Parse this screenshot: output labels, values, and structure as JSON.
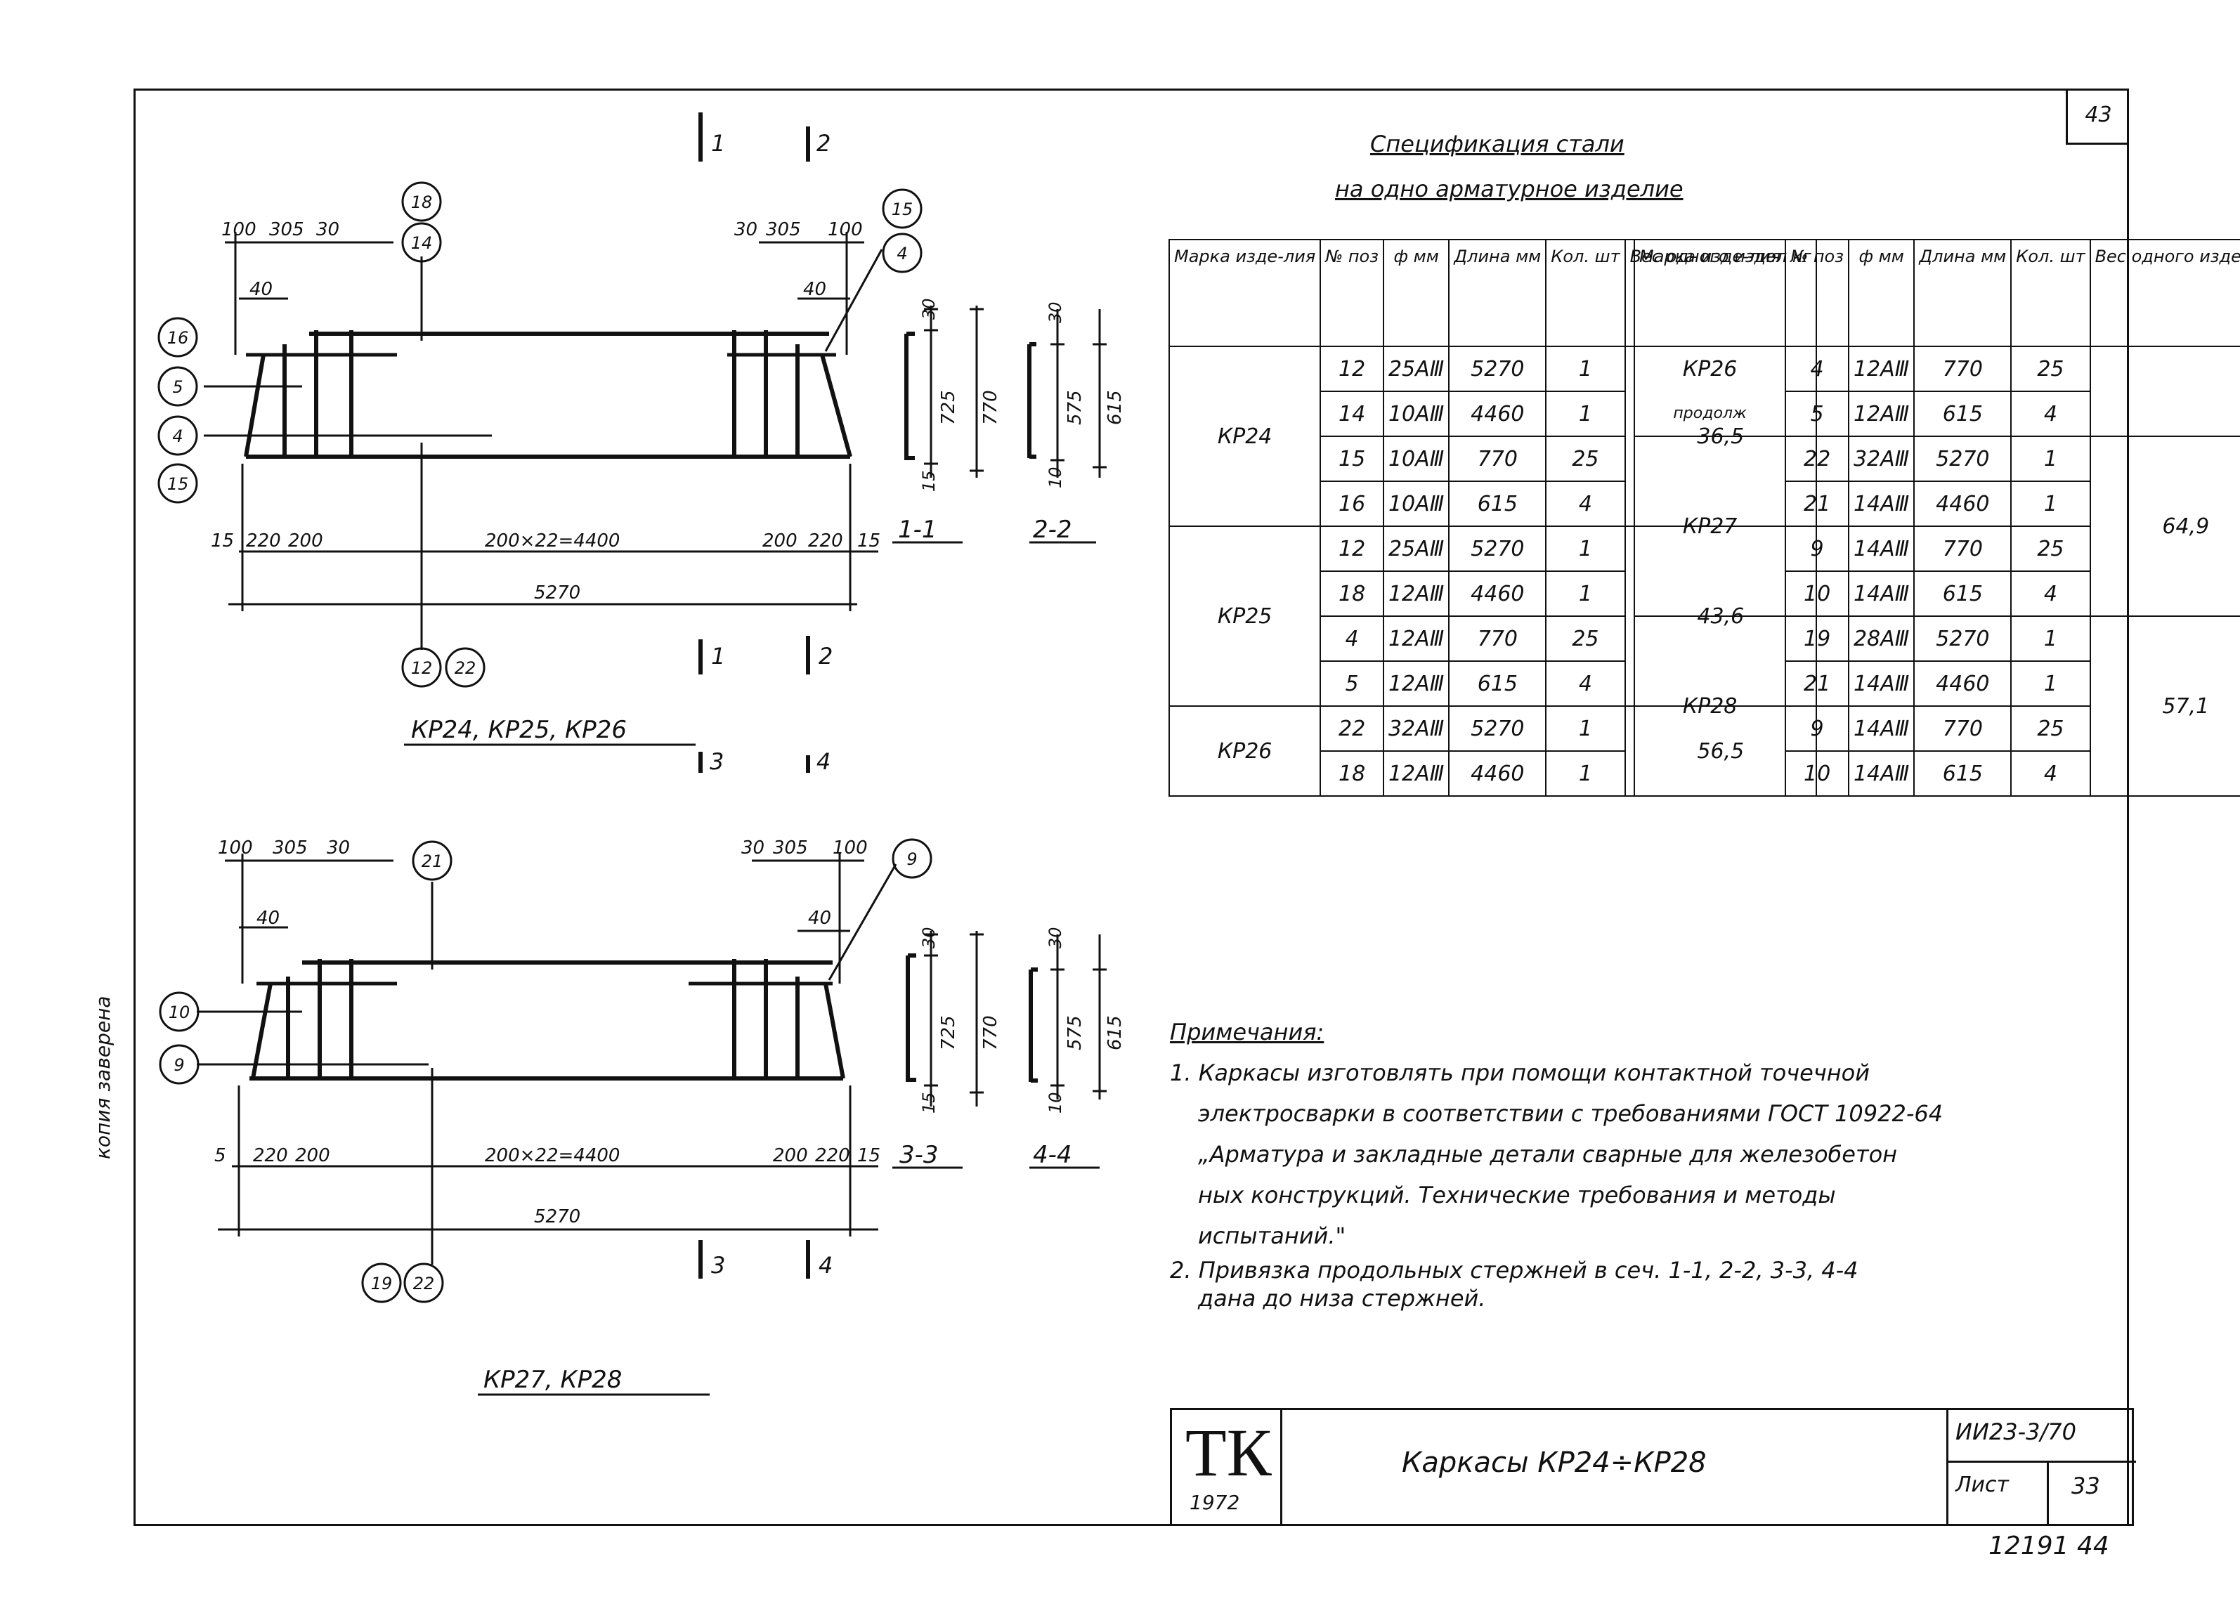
{
  "sheet": {
    "corner_number": "43",
    "left_margin_text": "копия заверена",
    "bottom_numbers": "12191  44"
  },
  "spec": {
    "title_line1": "Спецификация стали",
    "title_line2": "на одно арматурное изделие",
    "headers": [
      "Марка изде-лия",
      "№ поз",
      "ф мм",
      "Длина мм",
      "Кол. шт",
      "Вес одного издел кг"
    ],
    "left_rows": [
      {
        "mark": "КР24",
        "pos": "12",
        "dia": "25АⅢ",
        "len": "5270",
        "qty": "1",
        "weight": "36,5"
      },
      {
        "pos": "14",
        "dia": "10АⅢ",
        "len": "4460",
        "qty": "1"
      },
      {
        "pos": "15",
        "dia": "10АⅢ",
        "len": "770",
        "qty": "25"
      },
      {
        "pos": "16",
        "dia": "10АⅢ",
        "len": "615",
        "qty": "4"
      },
      {
        "mark": "КР25",
        "pos": "12",
        "dia": "25АⅢ",
        "len": "5270",
        "qty": "1",
        "weight": "43,6"
      },
      {
        "pos": "18",
        "dia": "12АⅢ",
        "len": "4460",
        "qty": "1"
      },
      {
        "pos": "4",
        "dia": "12АⅢ",
        "len": "770",
        "qty": "25"
      },
      {
        "pos": "5",
        "dia": "12АⅢ",
        "len": "615",
        "qty": "4"
      },
      {
        "mark": "КР26",
        "pos": "22",
        "dia": "32АⅢ",
        "len": "5270",
        "qty": "1",
        "weight": "56,5"
      },
      {
        "pos": "18",
        "dia": "12АⅢ",
        "len": "4460",
        "qty": "1"
      }
    ],
    "right_rows": [
      {
        "mark": "КР26",
        "pos": "4",
        "dia": "12АⅢ",
        "len": "770",
        "qty": "25"
      },
      {
        "mark": "продолж",
        "pos": "5",
        "dia": "12АⅢ",
        "len": "615",
        "qty": "4"
      },
      {
        "mark": "КР27",
        "pos": "22",
        "dia": "32АⅢ",
        "len": "5270",
        "qty": "1",
        "weight": "64,9"
      },
      {
        "pos": "21",
        "dia": "14АⅢ",
        "len": "4460",
        "qty": "1"
      },
      {
        "pos": "9",
        "dia": "14АⅢ",
        "len": "770",
        "qty": "25"
      },
      {
        "pos": "10",
        "dia": "14АⅢ",
        "len": "615",
        "qty": "4"
      },
      {
        "mark": "КР28",
        "pos": "19",
        "dia": "28АⅢ",
        "len": "5270",
        "qty": "1",
        "weight": "57,1"
      },
      {
        "pos": "21",
        "dia": "14АⅢ",
        "len": "4460",
        "qty": "1"
      },
      {
        "pos": "9",
        "dia": "14АⅢ",
        "len": "770",
        "qty": "25"
      },
      {
        "pos": "10",
        "dia": "14АⅢ",
        "len": "615",
        "qty": "4"
      }
    ]
  },
  "notes": {
    "title": "Примечания:",
    "lines": [
      "1. Каркасы изготовлять при помощи контактной точечной",
      "электросварки в соответствии с требованиями ГОСТ 10922-64",
      "„Арматура и закладные детали сварные для железобетон",
      "ных конструкций. Технические требования и методы",
      "испытаний.\"",
      "2. Привязка продольных стержней в сеч. 1-1, 2-2, 3-3, 4-4",
      "дана до низа стержней."
    ]
  },
  "stamp": {
    "logo": "ТК",
    "year": "1972",
    "title": "Каркасы КР24÷КР28",
    "series": "ИИ23-3/70",
    "sheet_label": "Лист",
    "sheet_no": "33"
  },
  "top_drawing": {
    "caption": "КР24, КР25, КР26",
    "dims_top_left": [
      "100",
      "305",
      "30",
      "40"
    ],
    "dims_top_right": [
      "30",
      "305",
      "100",
      "40"
    ],
    "dims_bottom": [
      "15",
      "220",
      "200",
      "200×22=4400",
      "200",
      "220",
      "15"
    ],
    "overall": "5270",
    "callouts": [
      "18",
      "14",
      "15",
      "4",
      "16",
      "5",
      "4",
      "15",
      "12",
      "22"
    ],
    "cuts": [
      "1",
      "2",
      "1",
      "2"
    ]
  },
  "bottom_drawing": {
    "caption": "КР27, КР28",
    "dims_top_left": [
      "100",
      "305",
      "30",
      "40"
    ],
    "dims_top_right": [
      "30",
      "305",
      "100",
      "40"
    ],
    "dims_bottom": [
      "5",
      "220",
      "200",
      "200×22=4400",
      "200",
      "220",
      "15"
    ],
    "overall": "5270",
    "callouts": [
      "21",
      "9",
      "10",
      "9",
      "19",
      "22"
    ],
    "cuts": [
      "3",
      "4",
      "3",
      "4"
    ]
  },
  "sections": [
    {
      "label": "1-1",
      "top": "30",
      "inner": "725",
      "outer": "770",
      "bottom": "15"
    },
    {
      "label": "2-2",
      "top": "30",
      "inner": "575",
      "outer": "615",
      "bottom": "10"
    },
    {
      "label": "3-3",
      "top": "30",
      "inner": "725",
      "outer": "770",
      "bottom": "15"
    },
    {
      "label": "4-4",
      "top": "30",
      "inner": "575",
      "outer": "615",
      "bottom": "10"
    }
  ]
}
